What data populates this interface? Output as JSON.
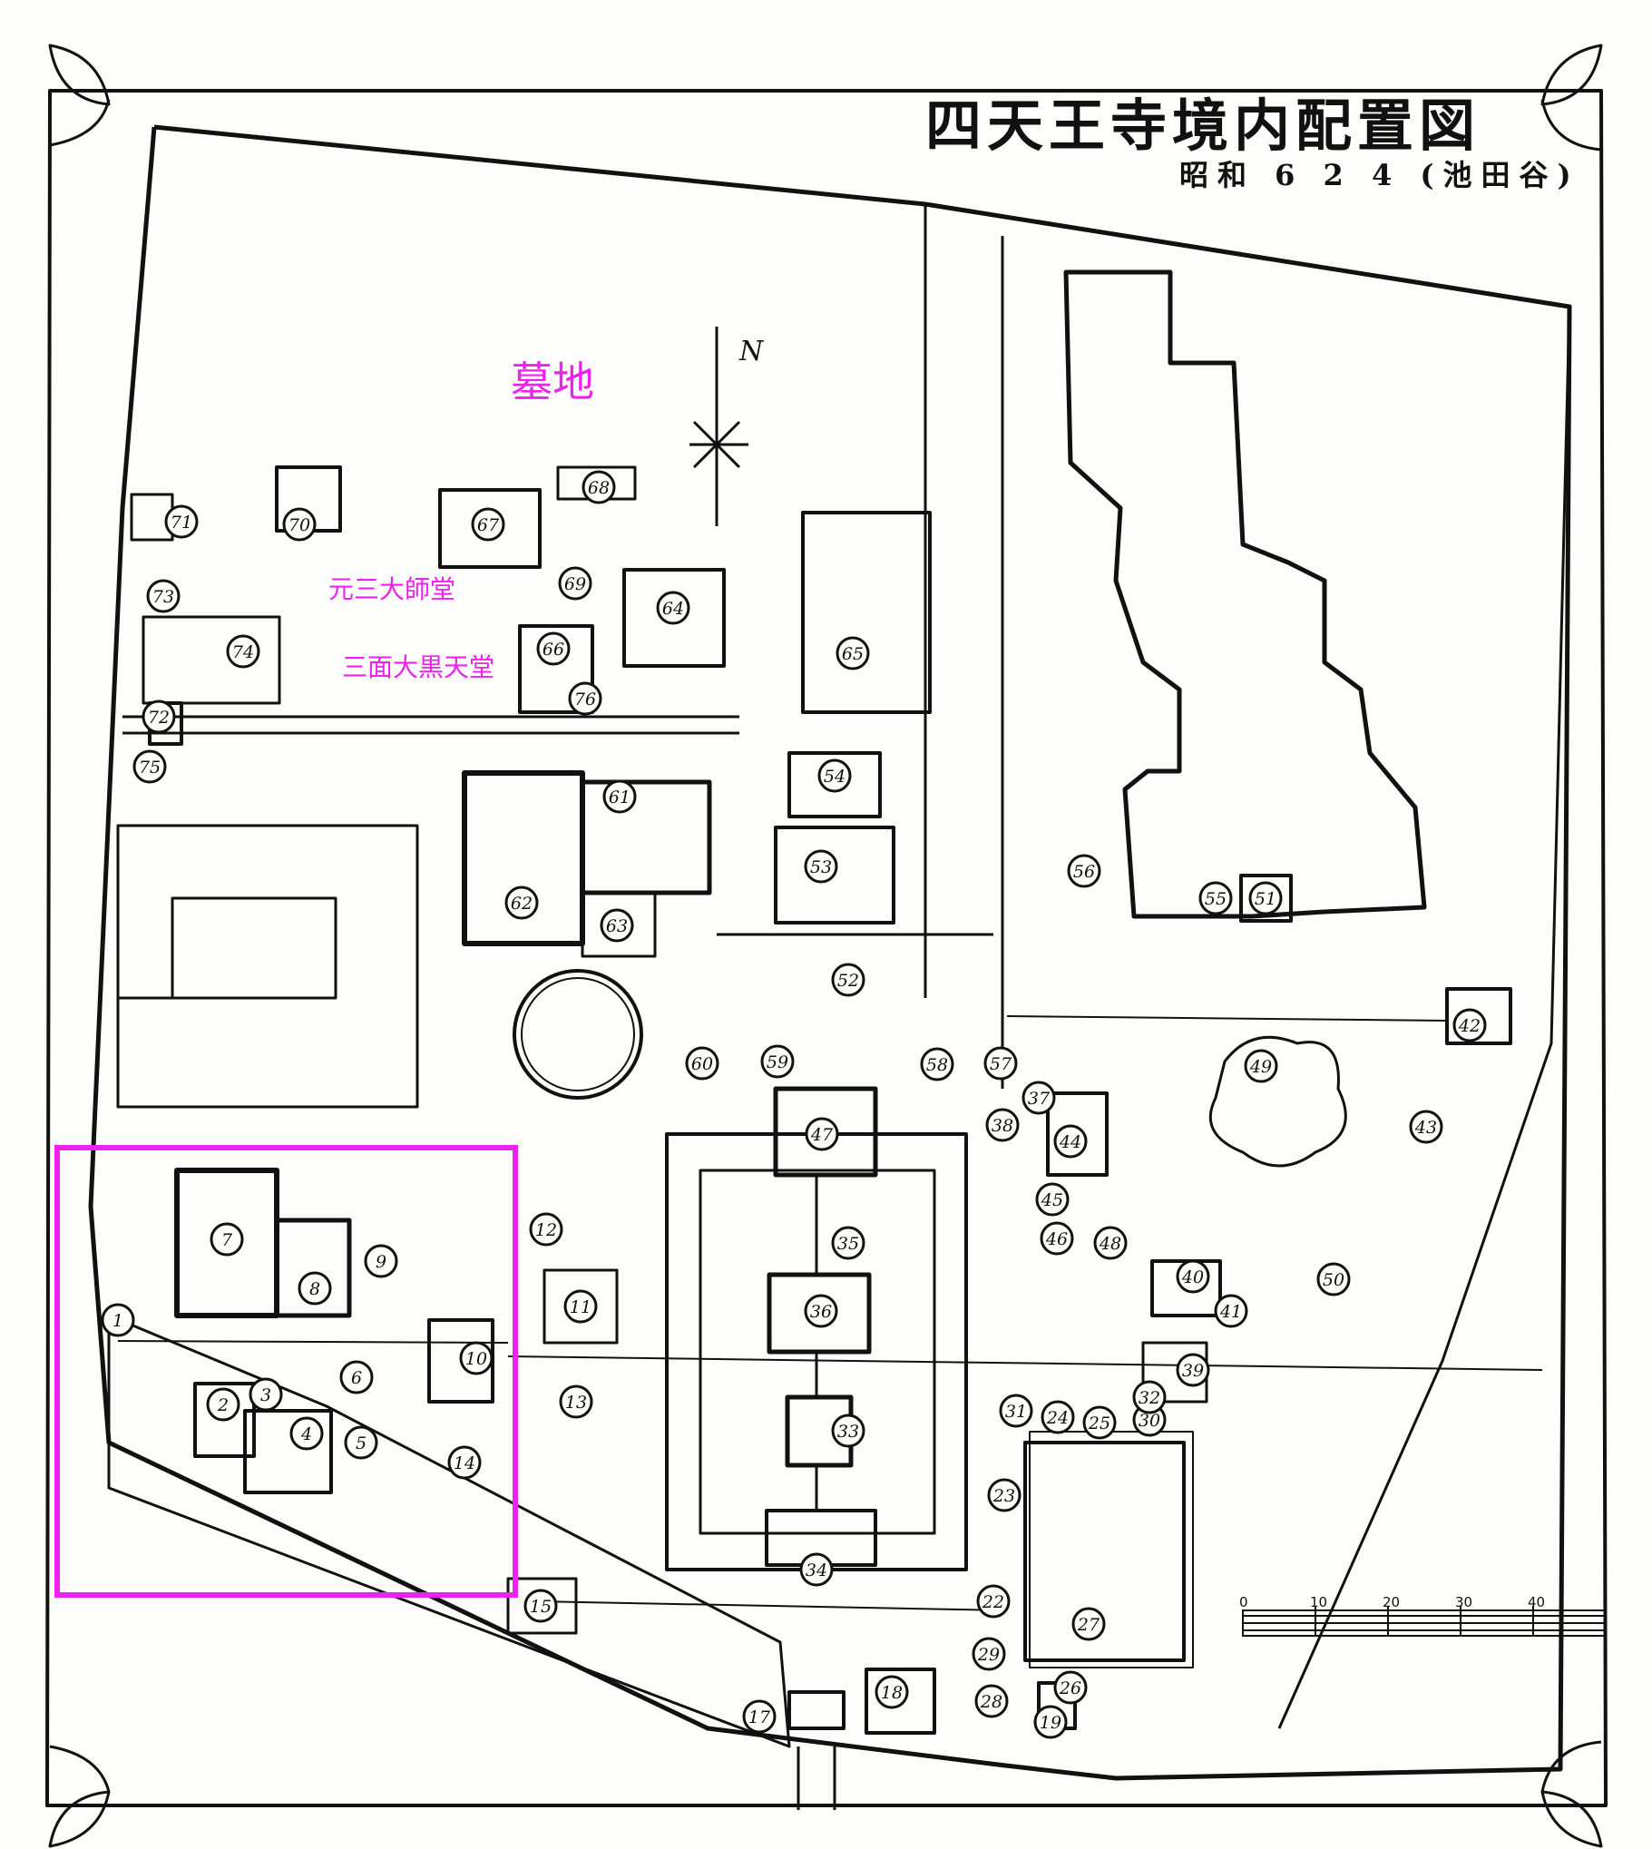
{
  "title": "四天王寺境内配置図",
  "subtitle": "昭和 6 2 4 (池田谷)",
  "north_label": "N",
  "annotations": {
    "graveyard": "墓地",
    "ganzan_daishi_hall": "元三大師堂",
    "sanmen_daikokuten_hall": "三面大黒天堂"
  },
  "colors": {
    "annotation": "#ee22ee",
    "highlight_box": "#ee22ee",
    "ink": "#111111",
    "paper": "#fdfdfb"
  },
  "highlight": {
    "color": "#ee22ee",
    "label": "highlighted area"
  },
  "scale": {
    "labels": [
      "0",
      "10",
      "20",
      "30",
      "40"
    ]
  },
  "building_numbers": [
    "1",
    "2",
    "3",
    "4",
    "5",
    "6",
    "7",
    "8",
    "9",
    "10",
    "11",
    "12",
    "13",
    "14",
    "15",
    "17",
    "18",
    "19",
    "22",
    "23",
    "24",
    "25",
    "26",
    "27",
    "28",
    "29",
    "30",
    "31",
    "32",
    "33",
    "34",
    "35",
    "36",
    "37",
    "38",
    "39",
    "40",
    "41",
    "42",
    "43",
    "44",
    "45",
    "46",
    "47",
    "48",
    "49",
    "50",
    "51",
    "52",
    "53",
    "54",
    "55",
    "56",
    "57",
    "58",
    "59",
    "60",
    "61",
    "62",
    "63",
    "64",
    "65",
    "66",
    "67",
    "68",
    "69",
    "70",
    "71",
    "72",
    "73",
    "74",
    "75",
    "76"
  ]
}
